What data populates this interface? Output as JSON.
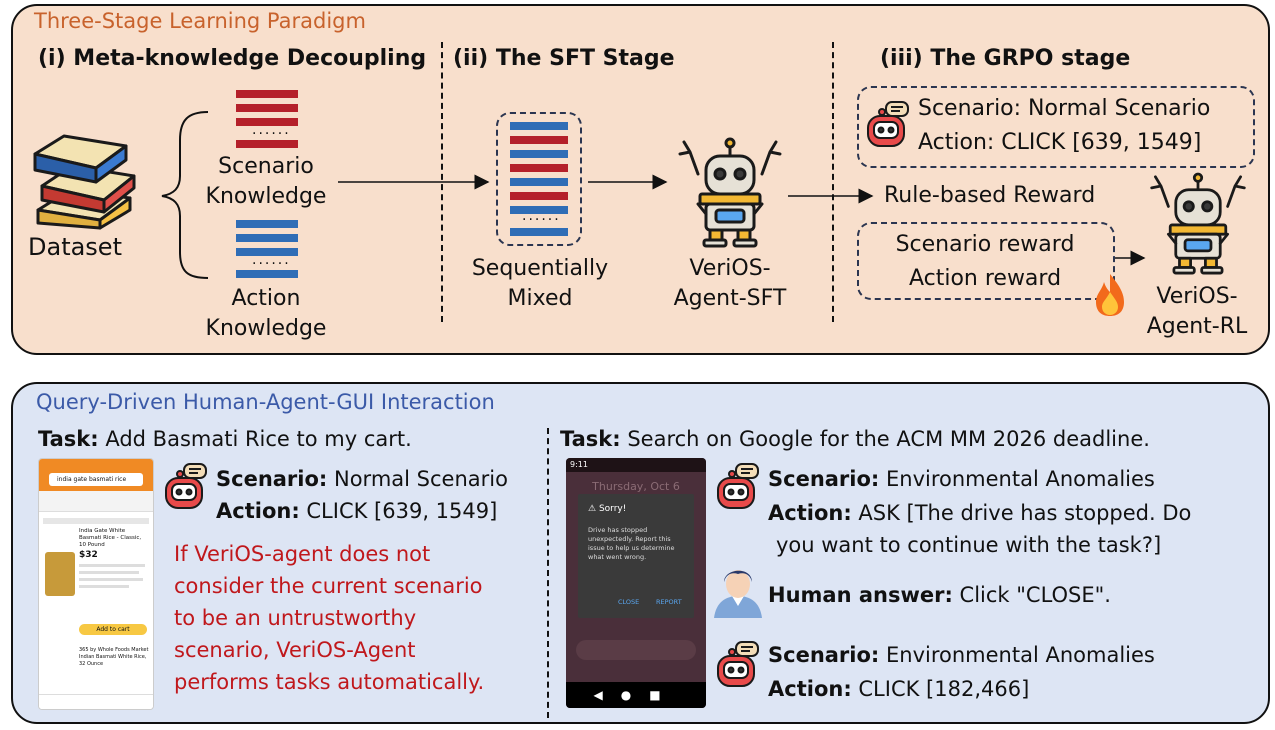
{
  "top_panel": {
    "title": "Three-Stage Learning Paradigm",
    "stage1": {
      "heading": "(i) Meta-knowledge Decoupling",
      "dataset_label": "Dataset",
      "scenario_label": "Scenario Knowledge",
      "action_label": "Action Knowledge",
      "scenario_line1": "Scenario",
      "scenario_line2": "Knowledge",
      "action_line1": "Action",
      "action_line2": "Knowledge"
    },
    "stage2": {
      "heading": "(ii) The SFT Stage",
      "mixed_line1": "Sequentially",
      "mixed_line2": "Mixed",
      "agent_line1": "VeriOS-",
      "agent_line2": "Agent-SFT"
    },
    "stage3": {
      "heading": "(iii) The GRPO stage",
      "scenario_text": "Scenario: Normal Scenario",
      "action_text": "Action: CLICK [639, 1549]",
      "reward_label": "Rule-based Reward",
      "scenario_reward": "Scenario reward",
      "action_reward": "Action reward",
      "agent_line1": "VeriOS-",
      "agent_line2": "Agent-RL"
    }
  },
  "bottom_panel": {
    "title": "Query-Driven Human-Agent-GUI Interaction",
    "left": {
      "task_key": "Task:",
      "task_value": " Add Basmati Rice to my cart.",
      "scenario_key": "Scenario:",
      "scenario_value": " Normal Scenario",
      "action_key": "Action:",
      "action_value": " CLICK [639, 1549]",
      "note_lines": [
        "If VeriOS-agent does not",
        "consider the current scenario",
        "to be an untrustworthy",
        "scenario, VeriOS-Agent",
        "performs tasks automatically."
      ],
      "phone": {
        "search_text": "india gate basmati rice",
        "product_title": "India Gate White Basmati Rice - Classic, 10 Pound",
        "price": "$32",
        "add_to_cart": "Add to cart",
        "second_item": "365 by Whole Foods Market Indian Basmati White Rice, 32 Ounce"
      }
    },
    "right": {
      "task_key": "Task:",
      "task_value": " Search on Google for the ACM MM 2026 deadline.",
      "scenario1_key": "Scenario:",
      "scenario1_value": " Environmental Anomalies",
      "action1_key": "Action:",
      "action1_value": " ASK [The drive has stopped. Do",
      "action1_cont": "you want to continue with the task?]",
      "human_key": "Human answer:",
      "human_value": " Click \"CLOSE\".",
      "scenario2_key": "Scenario:",
      "scenario2_value": " Environmental Anomalies",
      "action2_key": "Action:",
      "action2_value": " CLICK [182,466]",
      "phone": {
        "time": "9:11",
        "date_text": "Thursday, Oct 6",
        "dialog_title": "Sorry!",
        "dialog_body": "Drive has stopped unexpectedly. Report this issue to help us determine what went wrong.",
        "close_label": "CLOSE",
        "report_label": "REPORT"
      }
    }
  },
  "colors": {
    "top_bg": "#f8dfcc",
    "bottom_bg": "#dde5f4",
    "top_title": "#c8622c",
    "bottom_title": "#3b5aa8",
    "scenario_bar": "#b5202a",
    "action_bar": "#2f6db6",
    "note_red": "#c0181c"
  },
  "icons": [
    "books-icon",
    "robot-icon",
    "robot-avatar-icon",
    "human-avatar-icon",
    "fire-icon",
    "arrow-icon",
    "brace-icon",
    "warning-icon"
  ]
}
